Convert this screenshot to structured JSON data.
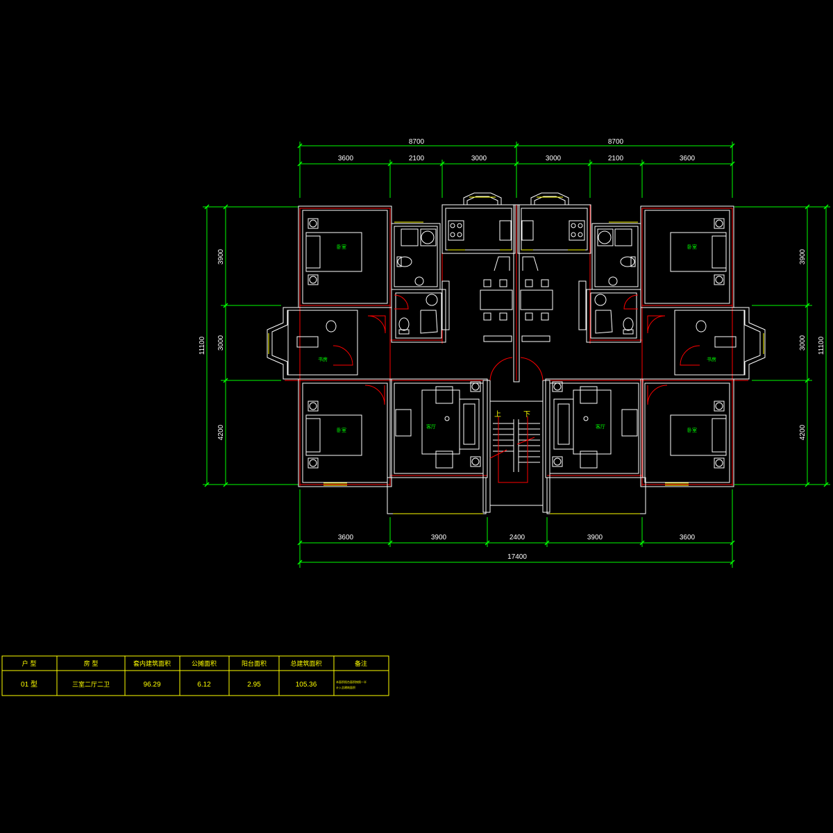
{
  "colors": {
    "background": "#000000",
    "wall": "#ffffff",
    "dimension": "#00ff00",
    "axis": "#ff0000",
    "window": "#ffff00",
    "text": "#ffffff",
    "table": "#ffff00"
  },
  "dimensions": {
    "top_total": [
      "8700",
      "8700"
    ],
    "top_segments": [
      "3600",
      "2100",
      "3000",
      "3000",
      "2100",
      "3600"
    ],
    "bottom_segments": [
      "3600",
      "3900",
      "2400",
      "3900",
      "3600"
    ],
    "bottom_total": "17400",
    "left_total": "11100",
    "left_segments": [
      "3900",
      "3000",
      "4200"
    ],
    "right_total": "11100",
    "right_segments": [
      "3900",
      "3000",
      "4200"
    ]
  },
  "rooms": {
    "bedroom": "卧室",
    "study": "书房",
    "living": "客厅"
  },
  "stair": {
    "up": "上",
    "down": "下"
  },
  "table": {
    "headers": [
      "户 型",
      "房 型",
      "套内建筑面积",
      "公摊面积",
      "阳台面积",
      "总建筑面积",
      "备注"
    ],
    "row": [
      "01 型",
      "三室二厅二卫",
      "96.29",
      "6.12",
      "2.95",
      "105.36"
    ],
    "remark": [
      "本面积阳台面积按照一半",
      "计入总建筑面积"
    ]
  }
}
